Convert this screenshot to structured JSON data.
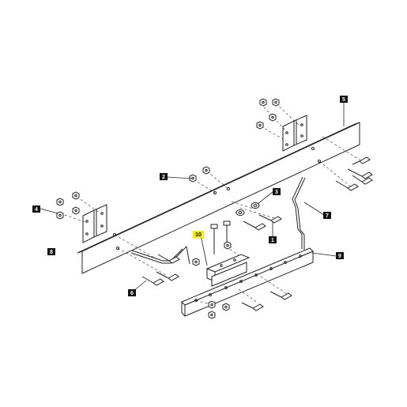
{
  "diagram": {
    "callouts": [
      {
        "id": "c1",
        "label": "1"
      },
      {
        "id": "c2",
        "label": "2"
      },
      {
        "id": "c3",
        "label": "3"
      },
      {
        "id": "c4",
        "label": "4"
      },
      {
        "id": "c5",
        "label": "5"
      },
      {
        "id": "c6",
        "label": "6"
      },
      {
        "id": "c7",
        "label": "7"
      },
      {
        "id": "c8",
        "label": "8"
      },
      {
        "id": "c9",
        "label": "9"
      },
      {
        "id": "c10",
        "label": "10",
        "highlighted": true
      }
    ],
    "colors": {
      "line": "#222222",
      "callout_fill": "#111111",
      "callout_highlight": "#f2ea1c"
    }
  }
}
